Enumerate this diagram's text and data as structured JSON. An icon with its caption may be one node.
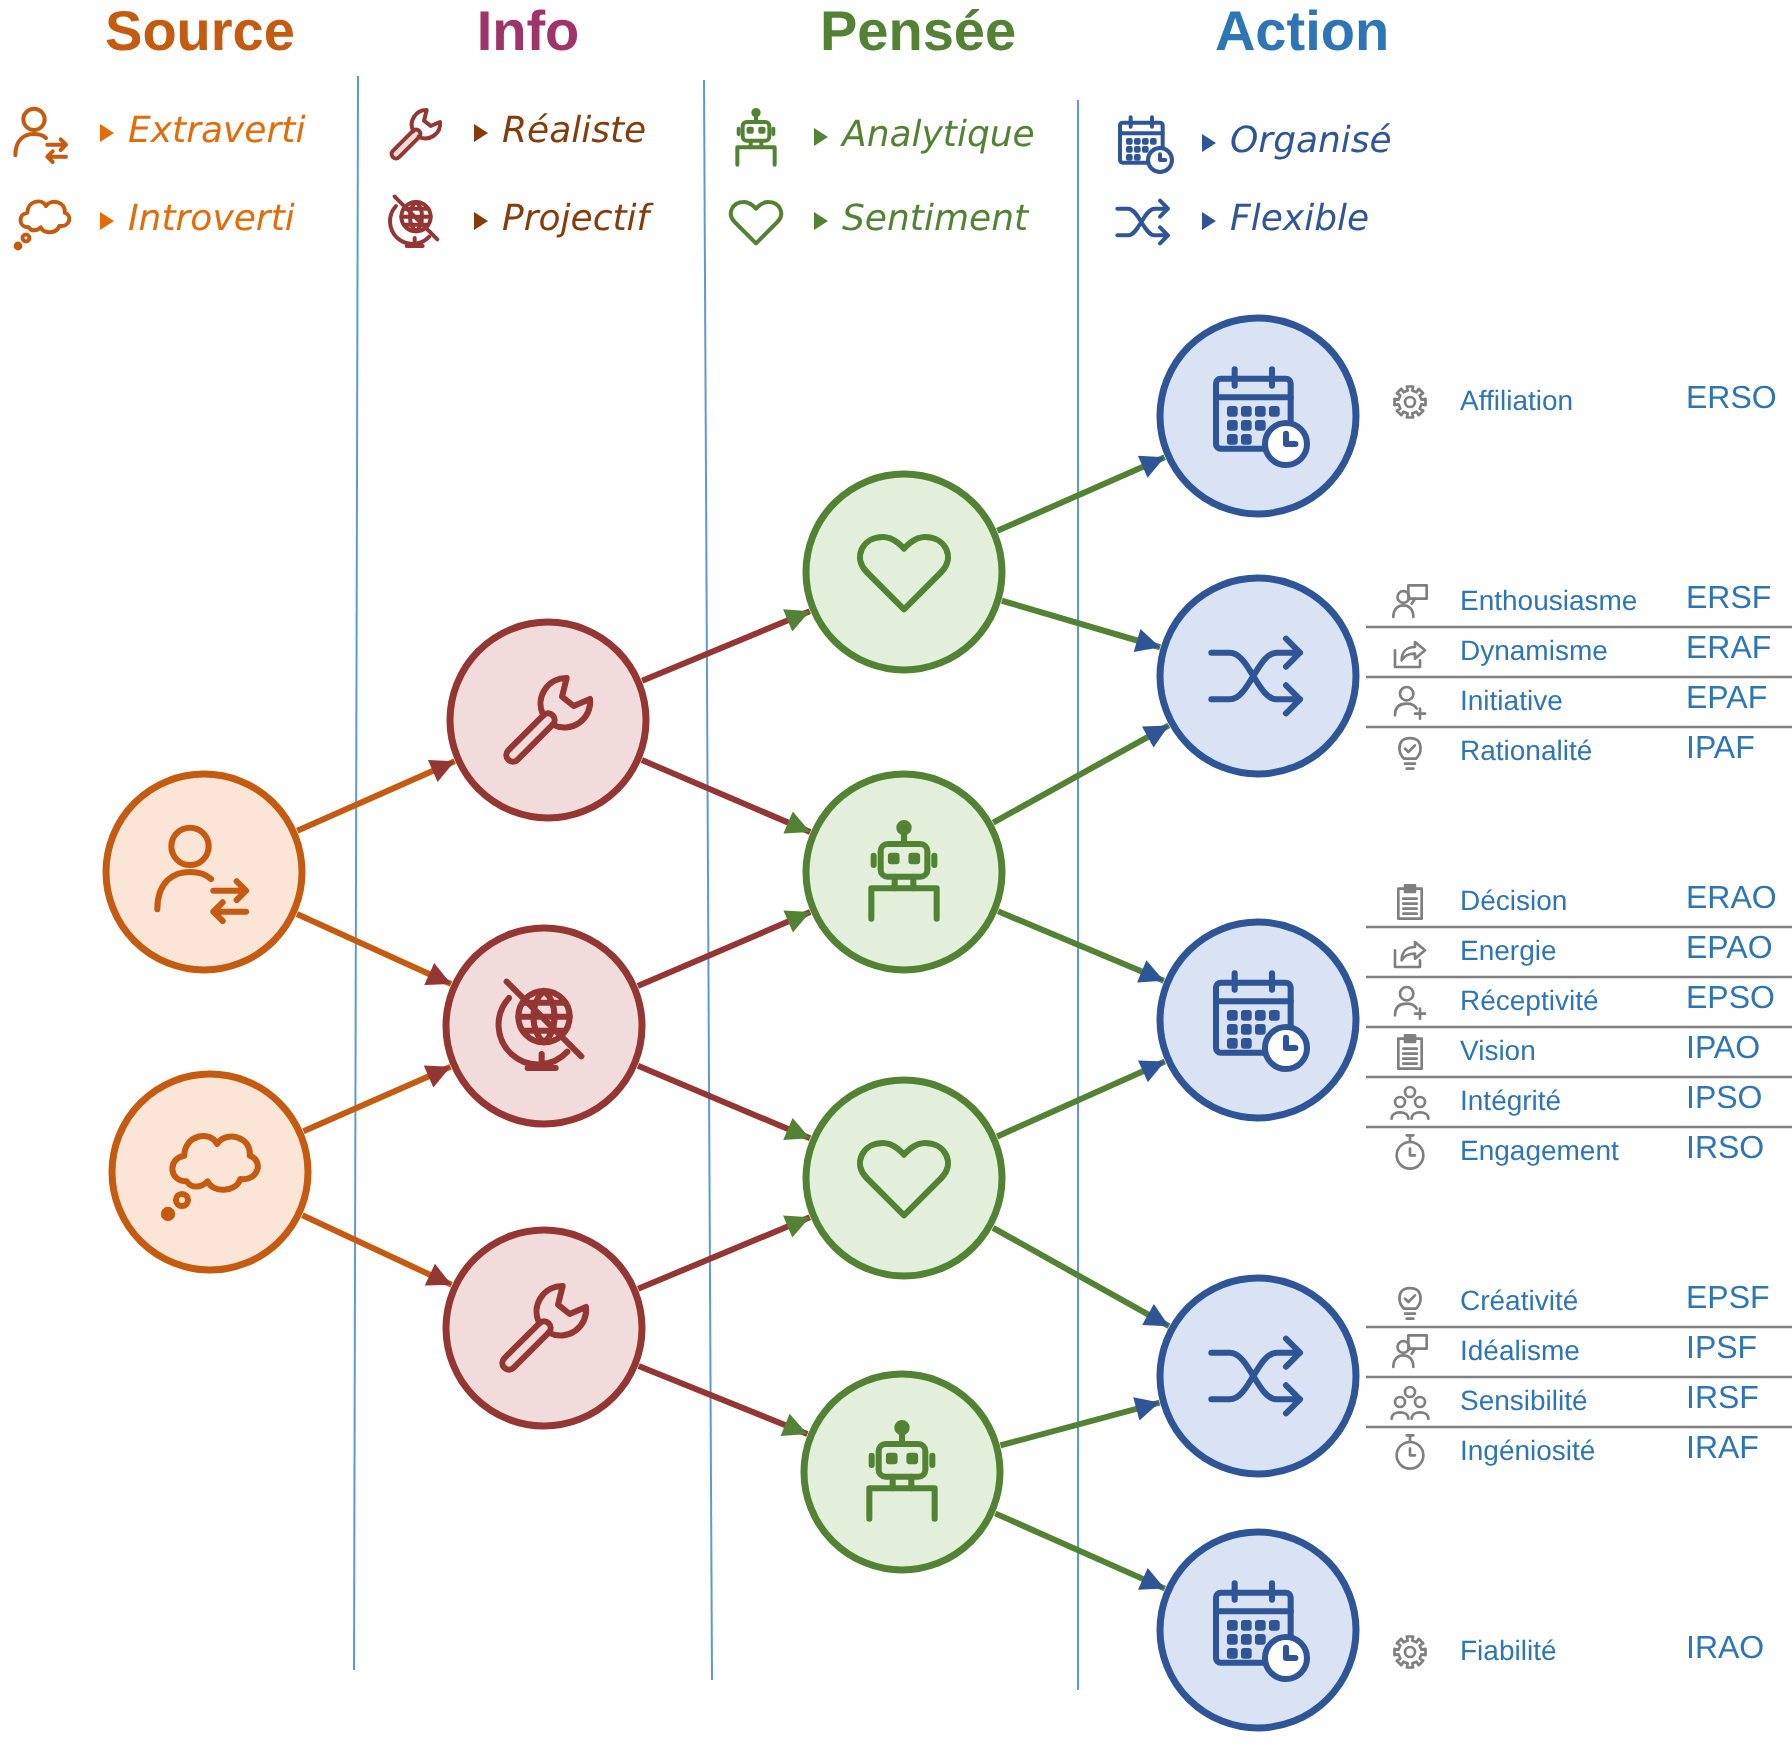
{
  "diagram": {
    "nodes": [
      {
        "text": [],
        "shape": "circle"
      },
      {
        "text": [],
        "shape": "circle"
      },
      {
        "text": [],
        "shape": "circle"
      },
      {
        "text": [],
        "shape": "circle"
      },
      {
        "text": [],
        "shape": "circle"
      },
      {
        "text": [],
        "shape": "circle"
      },
      {
        "text": [],
        "shape": "circle"
      },
      {
        "text": [],
        "shape": "circle"
      },
      {
        "text": [],
        "shape": "circle"
      },
      {
        "text": [],
        "shape": "circle"
      },
      {
        "text": [],
        "shape": "circle"
      },
      {
        "text": [],
        "shape": "circle"
      },
      {
        "text": [],
        "shape": "circle"
      },
      {
        "text": [],
        "shape": "circle"
      }
    ],
    "edges": [
      {
        "from": 0,
        "to": 2,
        "arrow": "to",
        "color": "#c55a11"
      },
      {
        "from": 0,
        "to": 3,
        "arrow": "to",
        "color": "#c55a11"
      },
      {
        "from": 1,
        "to": 3,
        "arrow": "to",
        "color": "#c55a11"
      },
      {
        "from": 1,
        "to": 4,
        "arrow": "to",
        "color": "#c55a11"
      },
      {
        "from": 2,
        "to": 5,
        "arrow": "to",
        "color": "#943634"
      },
      {
        "from": 2,
        "to": 6,
        "arrow": "to",
        "color": "#943634"
      },
      {
        "from": 3,
        "to": 6,
        "arrow": "to",
        "color": "#943634"
      },
      {
        "from": 3,
        "to": 7,
        "arrow": "to",
        "color": "#943634"
      },
      {
        "from": 4,
        "to": 7,
        "arrow": "to",
        "color": "#943634"
      },
      {
        "from": 4,
        "to": 8,
        "arrow": "to",
        "color": "#943634"
      },
      {
        "from": 5,
        "to": 9,
        "arrow": "to"
      },
      {
        "from": 5,
        "to": 10,
        "arrow": "to"
      },
      {
        "from": 6,
        "to": 10,
        "arrow": "to"
      },
      {
        "from": 6,
        "to": 11,
        "arrow": "to"
      },
      {
        "from": 7,
        "to": 11,
        "arrow": "to"
      },
      {
        "from": 7,
        "to": 12,
        "arrow": "to"
      },
      {
        "from": 8,
        "to": 12,
        "arrow": "to"
      },
      {
        "from": 8,
        "to": 13,
        "arrow": "to"
      }
    ],
    "labels": [
      "Source",
      "Info",
      "Pensée",
      "Action",
      "Affiliation",
      "ERSO",
      "Enthousiasme",
      "ERSF",
      "Dynamisme",
      "ERAF",
      "Initiative",
      "EPAF",
      "Rationalité",
      "IPAF",
      "Décision",
      "ERAO",
      "Energie",
      "EPAO",
      "Réceptivité",
      "EPSO",
      "Vision",
      "IPAO",
      "Intégrité",
      "IPSO",
      "Engagement",
      "IRSO",
      "Créativité",
      "EPSF",
      "Idéalisme",
      "IPSF",
      "Sensibilité",
      "IRSF",
      "Ingéniosité",
      "IRAF",
      "Fiabilité",
      "IRAO"
    ],
    "legend": [
      {
        "text": "Extraverti"
      },
      {
        "text": "Introverti"
      },
      {
        "text": "Réaliste"
      },
      {
        "text": "Projectif"
      },
      {
        "text": "Analytique"
      },
      {
        "text": "Sentiment"
      },
      {
        "text": "Organisé"
      },
      {
        "text": "Flexible"
      }
    ]
  }
}
